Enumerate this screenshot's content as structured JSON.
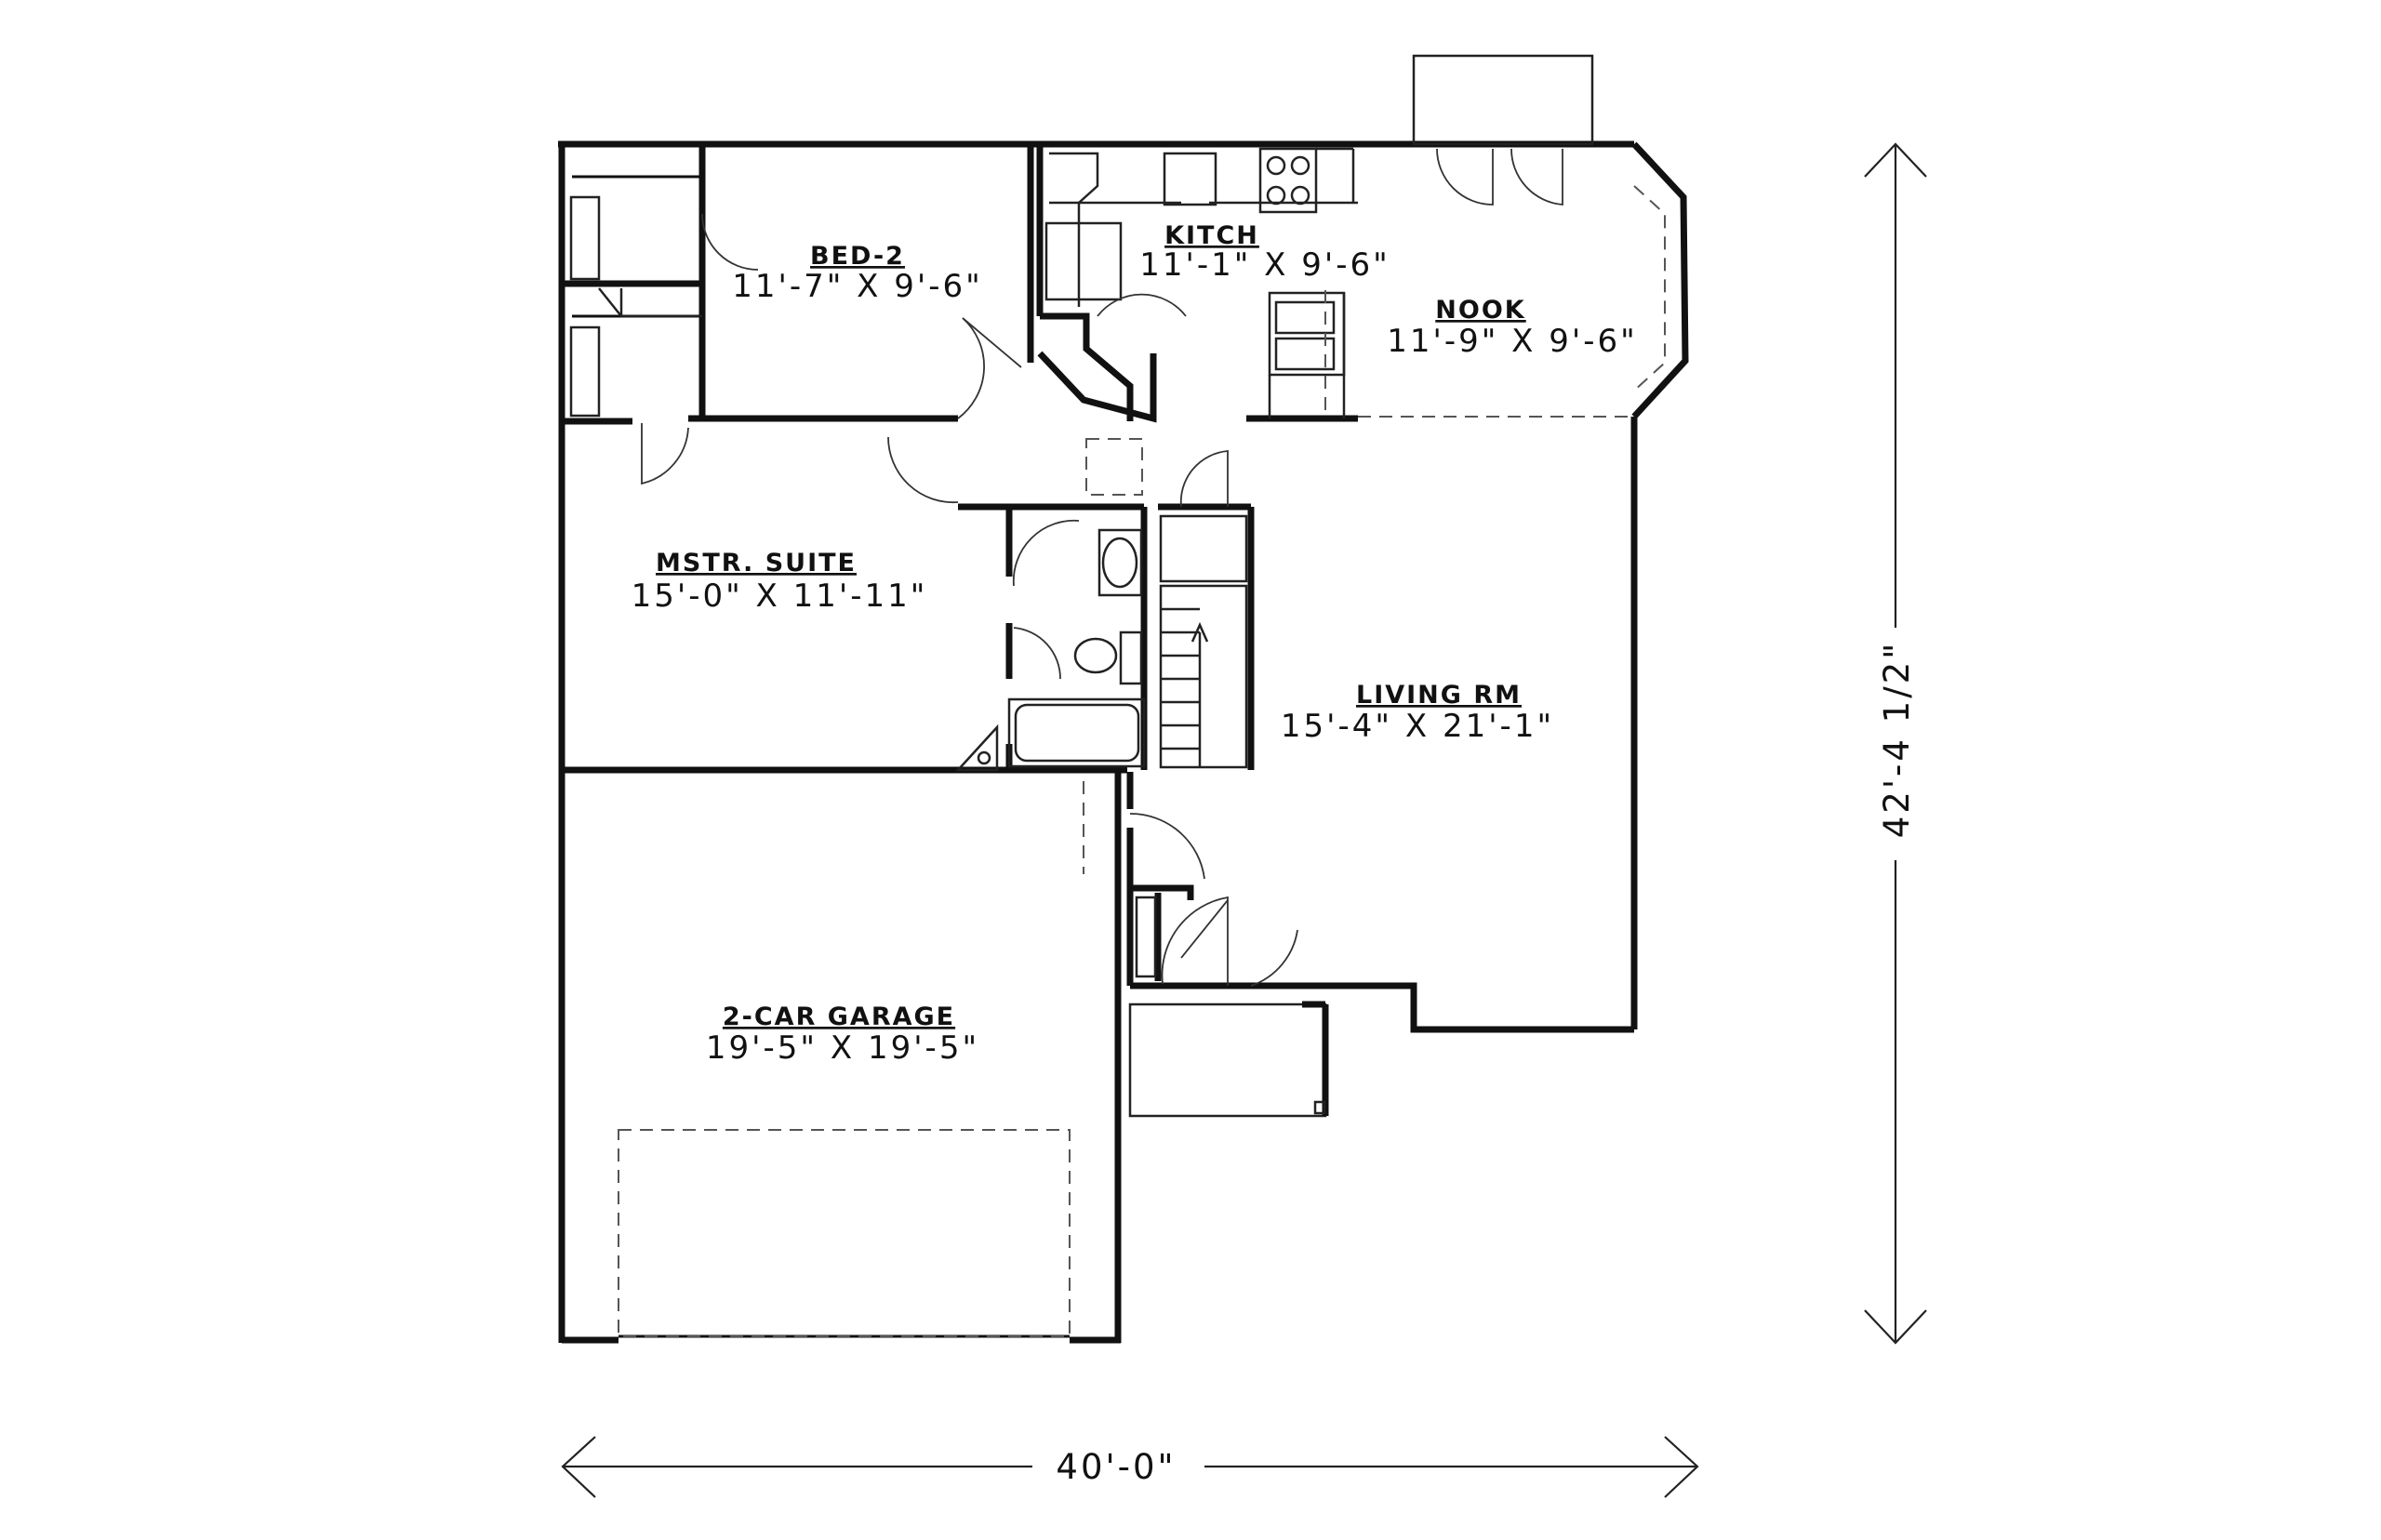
{
  "rooms": {
    "bed2": {
      "name": "BED-2",
      "size": "11'-7\" X 9'-6\""
    },
    "kitchen": {
      "name": "KITCH",
      "size": "11'-1\" X 9'-6\""
    },
    "nook": {
      "name": "NOOK",
      "size": "11'-9\" X 9'-6\""
    },
    "master": {
      "name": "MSTR. SUITE",
      "size": "15'-0\" X 11'-11\""
    },
    "living": {
      "name": "LIVING RM",
      "size": "15'-4\" X 21'-1\""
    },
    "garage": {
      "name": "2-CAR GARAGE",
      "size": "19'-5\" X 19'-5\""
    }
  },
  "dimensions": {
    "width": "40'-0\"",
    "depth": "42'-4 1/2\""
  }
}
